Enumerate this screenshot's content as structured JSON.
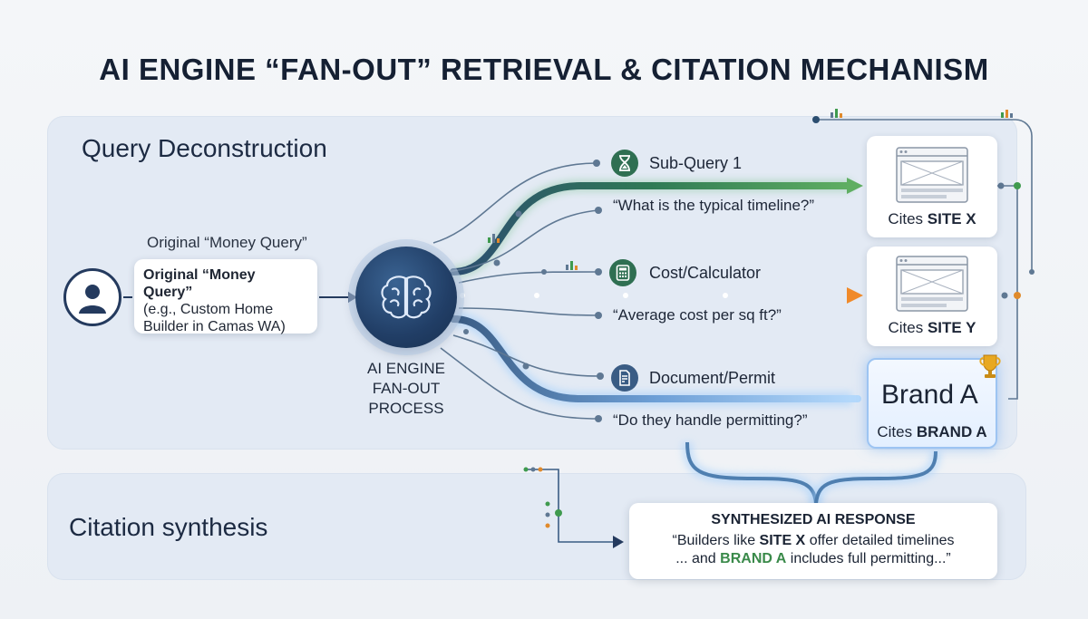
{
  "title": "AI ENGINE “FAN-OUT” RETRIEVAL & CITATION MECHANISM",
  "panels": {
    "top_label": "Query Deconstruction",
    "bottom_label": "Citation synthesis"
  },
  "query": {
    "caption": "Original “Money Query”",
    "box_title": "Original “Money Query”",
    "box_line1": "(e.g., Custom Home",
    "box_line2": "Builder in Camas WA)"
  },
  "engine": {
    "label_line1": "AI ENGINE",
    "label_line2": "FAN-OUT PROCESS",
    "icon": "brain-icon"
  },
  "subqueries": [
    {
      "label": "Sub-Query 1",
      "quote": "“What is the typical timeline?”",
      "icon": "hourglass-icon",
      "color": "#2f6f52"
    },
    {
      "label": "Cost/Calculator",
      "quote": "“Average cost per sq ft?”",
      "icon": "calculator-icon",
      "color": "#e08a2c"
    },
    {
      "label": "Document/Permit",
      "quote": "“Do they handle permitting?”",
      "icon": "document-icon",
      "color": "#7fb4ef"
    }
  ],
  "sites": [
    {
      "cites_prefix": "Cites",
      "name": "SITE X"
    },
    {
      "cites_prefix": "Cites",
      "name": "SITE Y"
    }
  ],
  "brand": {
    "title": "Brand A",
    "cites_prefix": "Cites",
    "name": "BRAND A",
    "icon": "trophy-icon"
  },
  "synthesis": {
    "title": "SYNTHESIZED AI RESPONSE",
    "line1_pre": "“Builders like",
    "line1_site": "SITE X",
    "line1_post": "offer detailed timelines",
    "line2_pre": "... and",
    "line2_brand": "BRAND A",
    "line2_post": "includes full permitting...”"
  },
  "colors": {
    "green": "#2f6f52",
    "orange": "#e08a2c",
    "blue": "#7fb4ef",
    "navy": "#213e66"
  }
}
